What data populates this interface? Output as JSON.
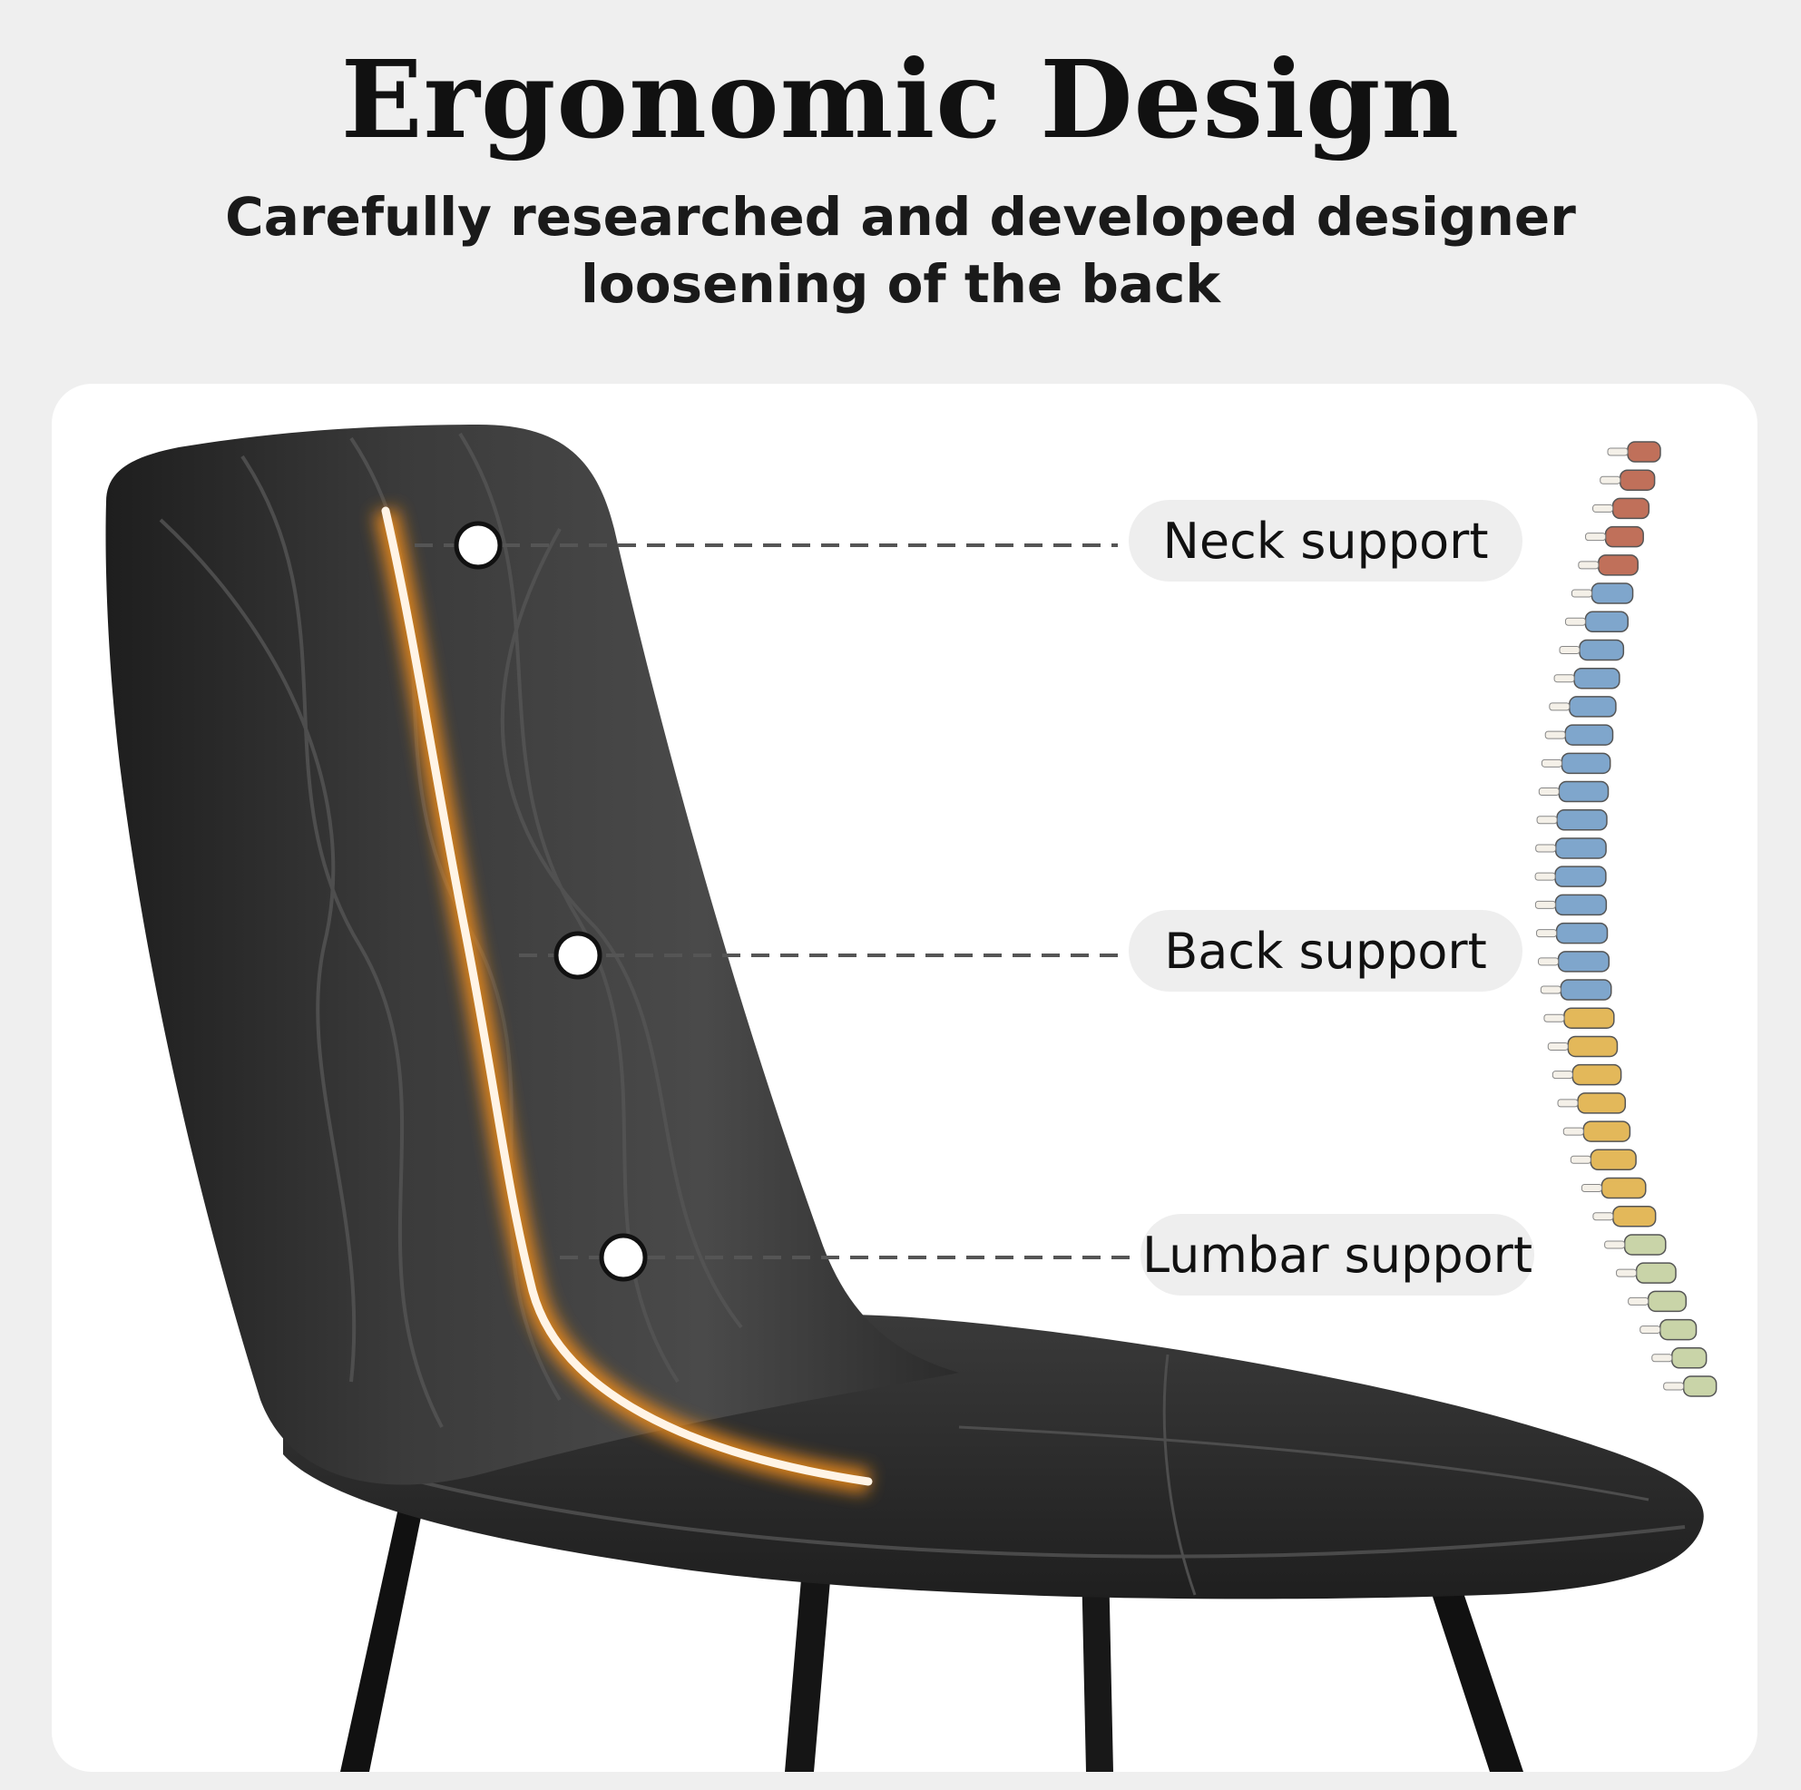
{
  "header": {
    "title": "Ergonomic Design",
    "subtitle_line1": "Carefully researched and developed designer",
    "subtitle_line2": "loosening of the back"
  },
  "callouts": [
    {
      "label": "Neck support"
    },
    {
      "label": "Back support"
    },
    {
      "label": "Lumbar support"
    }
  ],
  "colors": {
    "background": "#efefef",
    "card": "#ffffff",
    "pill": "#eeeeee",
    "chair": "#2a2a2a",
    "spine_line_glow": "#e8891f",
    "spine_cervical": "#c0705a",
    "spine_thoracic": "#7fa6cc",
    "spine_lumbar": "#e3b85a",
    "spine_sacrum": "#c9d4a8"
  },
  "icons": {
    "spine": "spine-illustration",
    "markers": "circle-marker"
  }
}
